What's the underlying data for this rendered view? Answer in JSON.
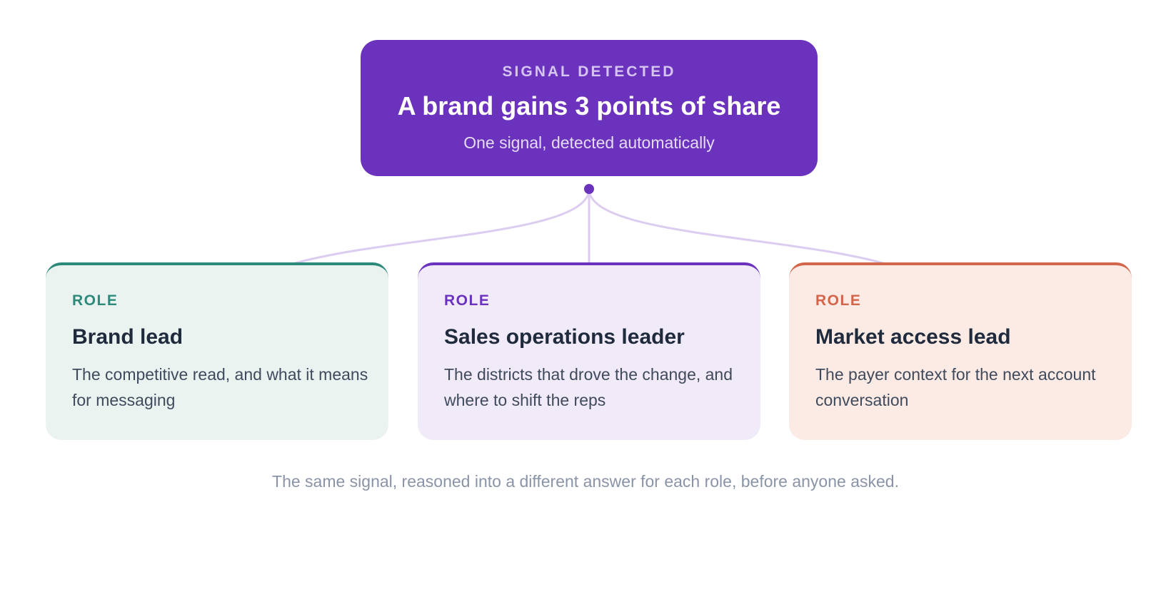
{
  "signal": {
    "eyebrow": "SIGNAL DETECTED",
    "title": "A brand gains 3 points of share",
    "subtitle": "One signal, detected automatically"
  },
  "roles": [
    {
      "eyebrow": "ROLE",
      "title": "Brand lead",
      "description": "The competitive read, and what it means for messaging",
      "accent": "#2D8A7A"
    },
    {
      "eyebrow": "ROLE",
      "title": "Sales operations leader",
      "description": "The districts that drove the change, and where to shift the reps",
      "accent": "#6A32BD"
    },
    {
      "eyebrow": "ROLE",
      "title": "Market access lead",
      "description": "The payer context for the next account conversation",
      "accent": "#D2654A"
    }
  ],
  "footer": {
    "caption": "The same signal, reasoned into a different answer for each role, before anyone asked."
  },
  "colors": {
    "signal_bg": "#6A32BD",
    "connector": "#DCCDF0",
    "brand_bg": "#EBF3F1",
    "sales_bg": "#F1EAF8",
    "market_bg": "#FCEBE5"
  }
}
